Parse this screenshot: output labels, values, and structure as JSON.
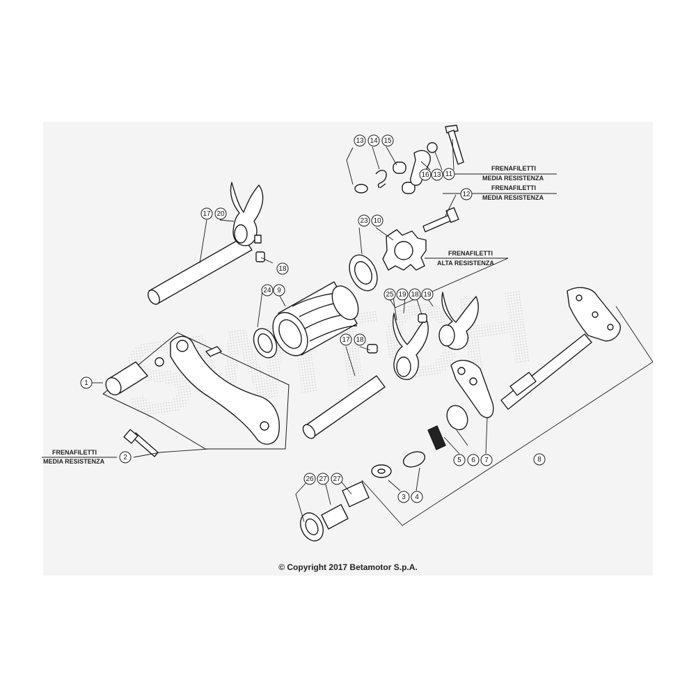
{
  "copyright": "© Copyright 2017 Betamotor S.p.A.",
  "watermark_text": "SWITCH",
  "callouts": [
    {
      "id": "c1",
      "number": "1"
    },
    {
      "id": "c2",
      "number": "2"
    },
    {
      "id": "c3",
      "number": "3"
    },
    {
      "id": "c4",
      "number": "4"
    },
    {
      "id": "c5",
      "number": "5"
    },
    {
      "id": "c6",
      "number": "6"
    },
    {
      "id": "c7",
      "number": "7"
    },
    {
      "id": "c8",
      "number": "8"
    },
    {
      "id": "c9",
      "number": "9"
    },
    {
      "id": "c10",
      "number": "10"
    },
    {
      "id": "c11",
      "number": "11"
    },
    {
      "id": "c12",
      "number": "12"
    },
    {
      "id": "c13a",
      "number": "13"
    },
    {
      "id": "c13b",
      "number": "13"
    },
    {
      "id": "c14",
      "number": "14"
    },
    {
      "id": "c15",
      "number": "15"
    },
    {
      "id": "c16",
      "number": "16"
    },
    {
      "id": "c17a",
      "number": "17"
    },
    {
      "id": "c17b",
      "number": "17"
    },
    {
      "id": "c18a",
      "number": "18"
    },
    {
      "id": "c18b",
      "number": "18"
    },
    {
      "id": "c18c",
      "number": "18"
    },
    {
      "id": "c19a",
      "number": "19"
    },
    {
      "id": "c19b",
      "number": "19"
    },
    {
      "id": "c20",
      "number": "20"
    },
    {
      "id": "c23",
      "number": "23"
    },
    {
      "id": "c24",
      "number": "24"
    },
    {
      "id": "c25",
      "number": "25"
    },
    {
      "id": "c26",
      "number": "26"
    },
    {
      "id": "c27a",
      "number": "27"
    },
    {
      "id": "c27b",
      "number": "27"
    }
  ],
  "notes": [
    {
      "id": "n11",
      "line1": "FRENAFILETTI",
      "line2": "MEDIA RESISTENZA"
    },
    {
      "id": "n12",
      "line1": "FRENAFILETTI",
      "line2": "MEDIA RESISTENZA"
    },
    {
      "id": "n25",
      "line1": "FRENAFILETTI",
      "line2": "ALTA RESISTENZA"
    },
    {
      "id": "n2",
      "line1": "FRENAFILETTI",
      "line2": "MEDIA RESISTENZA"
    }
  ]
}
